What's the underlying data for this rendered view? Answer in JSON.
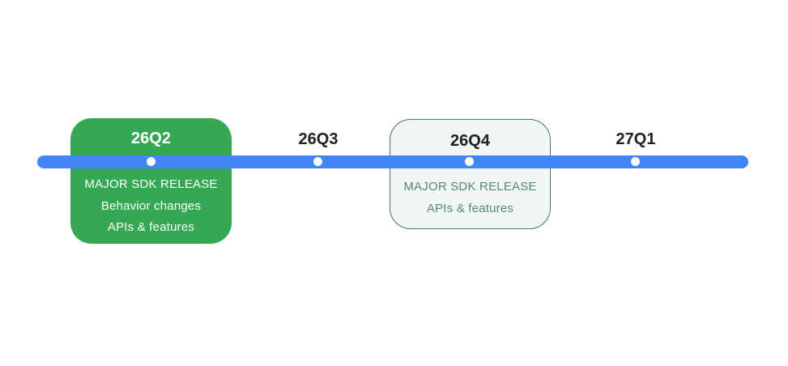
{
  "page": {
    "background": "#FFFFFF",
    "description": "SDK release roadmap timeline"
  },
  "timeline": {
    "milestones": [
      {
        "label": "26Q2",
        "style": "filled-green-card",
        "details": [
          "MAJOR SDK RELEASE",
          "Behavior changes",
          "APIs & features"
        ]
      },
      {
        "label": "26Q3",
        "style": "dot-only",
        "details": []
      },
      {
        "label": "26Q4",
        "style": "outlined-green-card",
        "details": [
          "MAJOR SDK RELEASE",
          "APIs & features"
        ]
      },
      {
        "label": "27Q1",
        "style": "dot-only",
        "details": []
      }
    ],
    "colors": {
      "bar_blue": "#4285F4",
      "filled_card_green": "#34A853",
      "filled_card_text": "#FFFFFF",
      "outlined_card_bg": "#F1F7F3",
      "outlined_card_border": "#4A7561",
      "outlined_card_text": "#568A6E",
      "quarter_label_dark": "#202124",
      "dot_white": "#FFFFFF"
    }
  }
}
